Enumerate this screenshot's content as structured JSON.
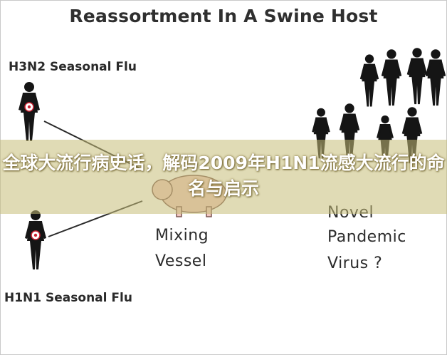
{
  "diagram": {
    "title": "Reassortment In A Swine Host",
    "labels": {
      "h3n2": "H3N2 Seasonal Flu",
      "h1n1": "H1N1 Seasonal Flu",
      "mixing_line1": "Mixing",
      "mixing_line2": "Vessel",
      "novel_line1": "Novel",
      "novel_line2": "Pandemic",
      "novel_line3": "Virus ?"
    }
  },
  "overlay": {
    "caption": "全球大流行病史话，解码2009年H1N1流感大流行的命名与启示"
  },
  "colors": {
    "banner": "#c6be78",
    "figure": "#151515",
    "virus_mark": "#cc2233"
  },
  "icons": [
    "person-icon",
    "virus-icon"
  ]
}
